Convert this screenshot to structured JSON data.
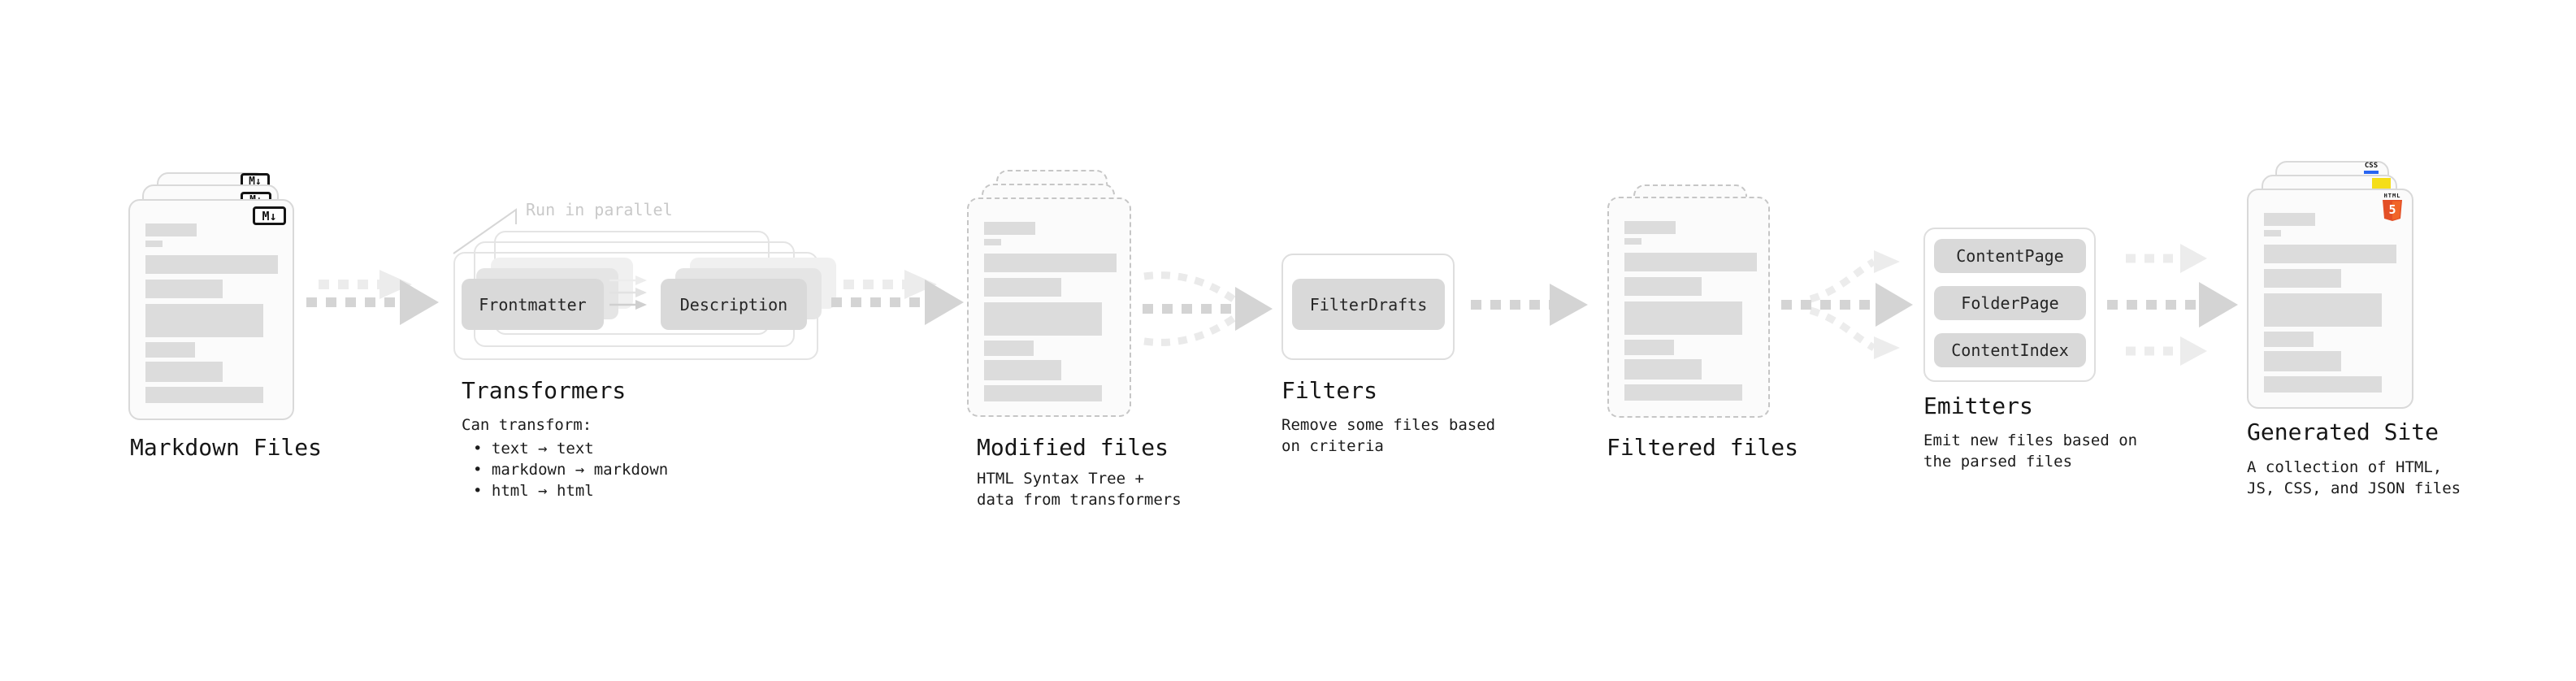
{
  "diagram": {
    "colors": {
      "accent_html5": "#e34f26",
      "accent_html5_light": "#f16529",
      "accent_js": "#f5de19",
      "accent_css": "#2965f1",
      "arrow_strong": "#d4d4d4",
      "arrow_faint": "#ececec",
      "placeholder_bar": "#dcdcdc"
    },
    "markdown": {
      "title": "Markdown Files",
      "badge": "M↓"
    },
    "transformers": {
      "parallel_note": "Run in parallel",
      "pill_left": "Frontmatter",
      "pill_right": "Description",
      "title": "Transformers",
      "desc_heading": "Can transform:",
      "bullets": [
        "• text → text",
        "• markdown → markdown",
        "• html → html"
      ]
    },
    "modified": {
      "title": "Modified files",
      "desc_line1": "HTML Syntax Tree +",
      "desc_line2": "data from transformers"
    },
    "filters": {
      "pill": "FilterDrafts",
      "title": "Filters",
      "desc_line1": "Remove some files based",
      "desc_line2": "on criteria"
    },
    "filtered": {
      "title": "Filtered files"
    },
    "emitters": {
      "pills": [
        "ContentPage",
        "FolderPage",
        "ContentIndex"
      ],
      "title": "Emitters",
      "desc_line1": "Emit new files based on",
      "desc_line2": "the parsed files"
    },
    "generated": {
      "title": "Generated Site",
      "badge_css": "CSS",
      "badge_html": "HTML",
      "badge_html_number": "5",
      "desc_line1": "A collection of HTML,",
      "desc_line2": "JS, CSS, and JSON files"
    }
  }
}
